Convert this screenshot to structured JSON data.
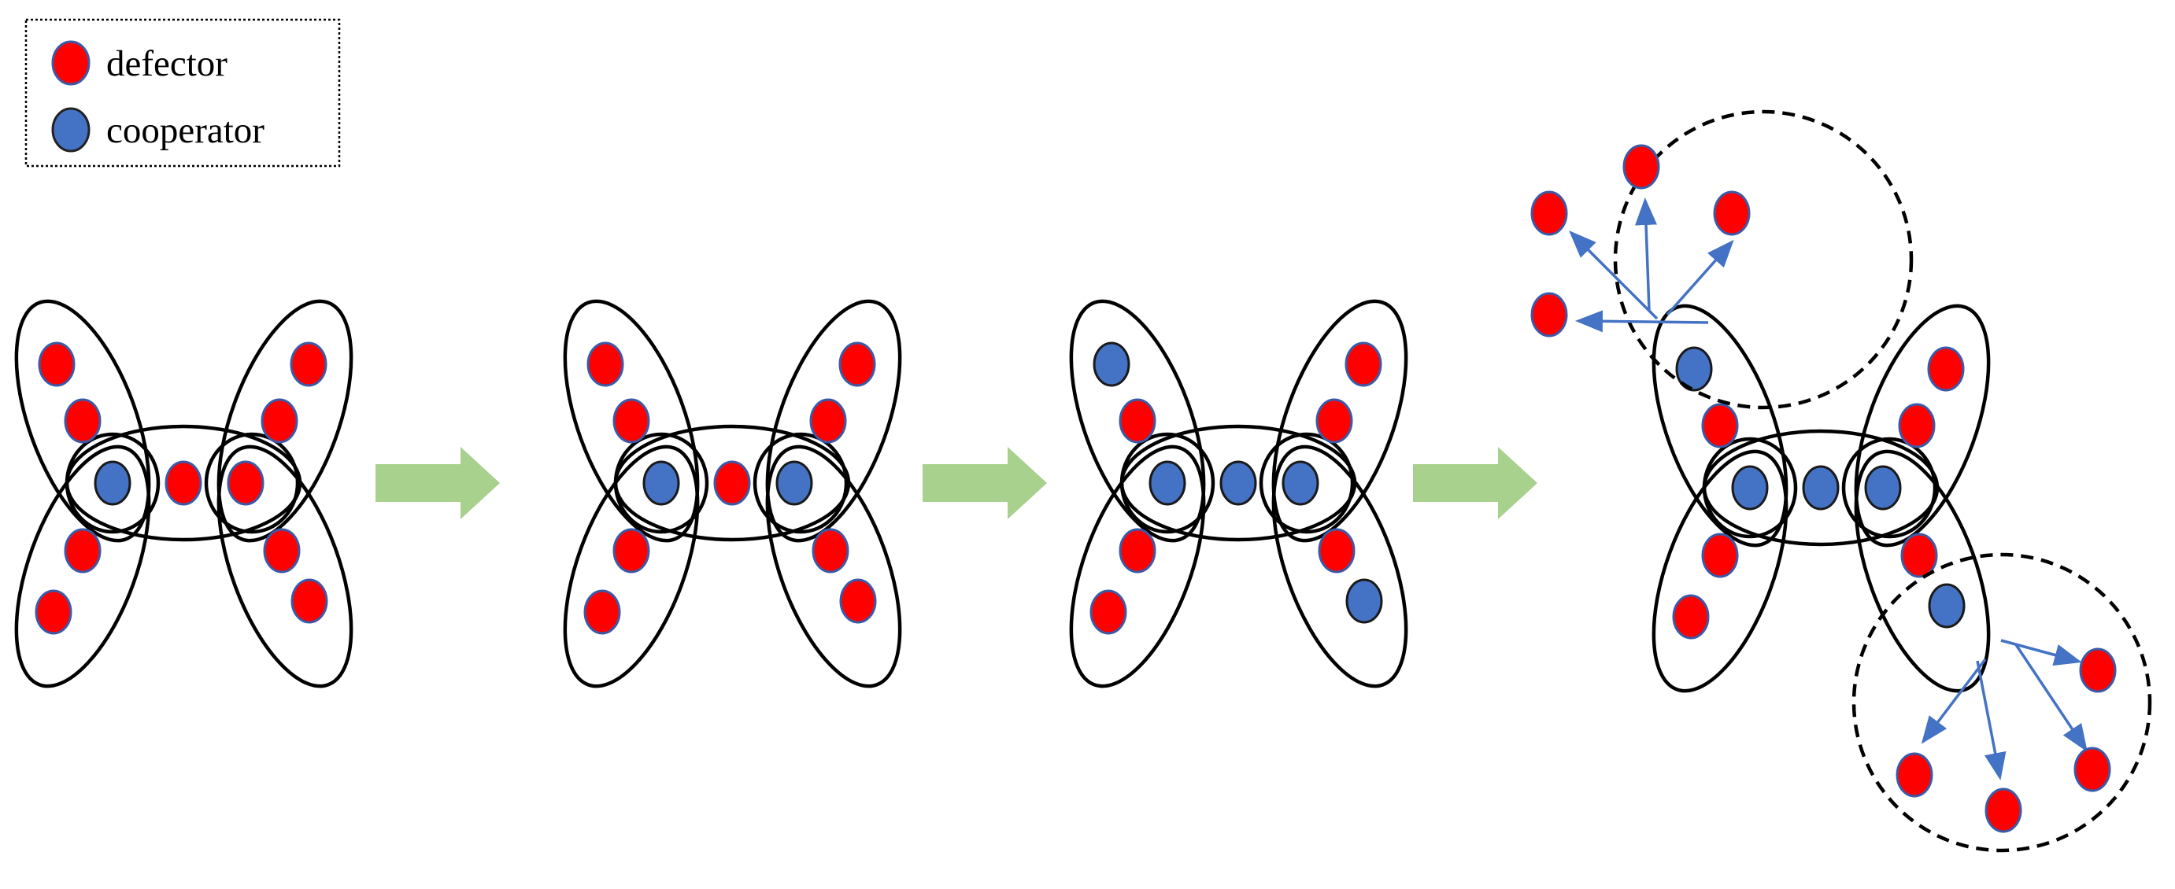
{
  "legend": {
    "items": [
      {
        "key": "defector",
        "label": "defector"
      },
      {
        "key": "cooperator",
        "label": "cooperator"
      }
    ]
  },
  "colors": {
    "defector": "#ff0000",
    "cooperator": "#4472c4",
    "node_border": "#3a5aa8",
    "transition_arrow": "#a9d18e",
    "spread_arrow": "#4472c4",
    "outline": "#000000"
  },
  "panels": [
    {
      "id": "stage-1",
      "center_node": "defector",
      "left_node": "cooperator",
      "right_node": "defector",
      "upper_left": [
        "defector",
        "defector"
      ],
      "lower_left": [
        "defector",
        "defector"
      ],
      "upper_right": [
        "defector",
        "defector"
      ],
      "lower_right": [
        "defector",
        "defector"
      ]
    },
    {
      "id": "stage-2",
      "center_node": "defector",
      "left_node": "cooperator",
      "right_node": "cooperator",
      "upper_left": [
        "defector",
        "defector"
      ],
      "lower_left": [
        "defector",
        "defector"
      ],
      "upper_right": [
        "defector",
        "defector"
      ],
      "lower_right": [
        "defector",
        "defector"
      ]
    },
    {
      "id": "stage-3",
      "center_node": "cooperator",
      "left_node": "cooperator",
      "right_node": "cooperator",
      "upper_left": [
        "cooperator",
        "defector"
      ],
      "lower_left": [
        "defector",
        "defector"
      ],
      "upper_right": [
        "defector",
        "defector"
      ],
      "lower_right": [
        "defector",
        "cooperator"
      ]
    },
    {
      "id": "stage-4",
      "center_node": "cooperator",
      "left_node": "cooperator",
      "right_node": "cooperator",
      "upper_left": [
        "cooperator",
        "defector"
      ],
      "lower_left": [
        "defector",
        "defector"
      ],
      "upper_right": [
        "defector",
        "defector"
      ],
      "lower_right": [
        "defector",
        "cooperator"
      ],
      "spread_groups": [
        {
          "source": "upper_left_outer",
          "targets": [
            "defector",
            "defector",
            "defector",
            "defector"
          ]
        },
        {
          "source": "lower_right_outer",
          "targets": [
            "defector",
            "defector",
            "defector",
            "defector"
          ]
        }
      ]
    }
  ],
  "transitions": 3
}
